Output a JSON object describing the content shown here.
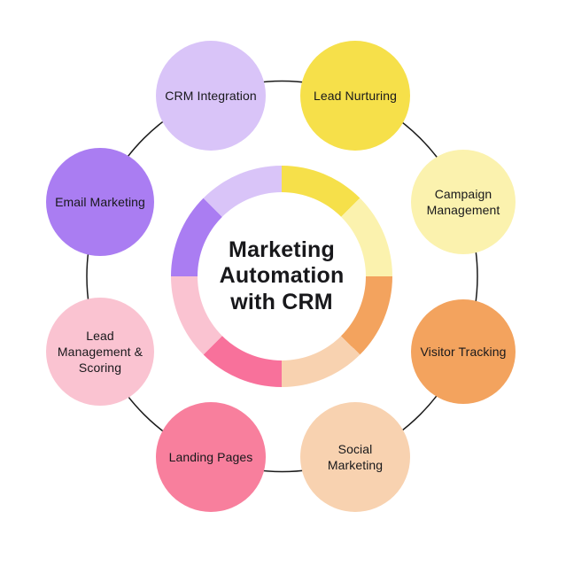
{
  "title": {
    "lines": [
      "Marketing",
      "Automation",
      "with CRM"
    ]
  },
  "nodes": [
    {
      "id": "crm-integration",
      "label": "CRM Integration",
      "color": "#d9c4f8"
    },
    {
      "id": "lead-nurturing",
      "label": "Lead Nurturing",
      "color": "#f6e04a"
    },
    {
      "id": "campaign-management",
      "label": "Campaign Management",
      "color": "#fbf2ae"
    },
    {
      "id": "visitor-tracking",
      "label": "Visitor Tracking",
      "color": "#f3a35e"
    },
    {
      "id": "social-marketing",
      "label": "Social Marketing",
      "color": "#f8d2b0"
    },
    {
      "id": "landing-pages",
      "label": "Landing Pages",
      "color": "#f87f9d"
    },
    {
      "id": "lead-management",
      "label": "Lead Management & Scoring",
      "color": "#fac3d1"
    },
    {
      "id": "email-marketing",
      "label": "Email Marketing",
      "color": "#aa7df2"
    }
  ],
  "ring": {
    "start_angle_deg": -45,
    "segment_angle_deg": 45,
    "colors": [
      "#d9c4f8",
      "#f6e04a",
      "#fbf2ae",
      "#f3a35e",
      "#f8d2b0",
      "#f8719b",
      "#fac3d1",
      "#aa7df2"
    ]
  },
  "connector_color": "#1a1a1a"
}
